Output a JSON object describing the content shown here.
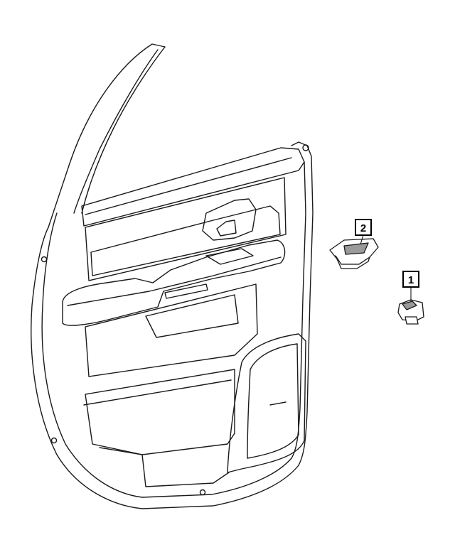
{
  "callouts": [
    {
      "number": "1",
      "part": "window-switch"
    },
    {
      "number": "2",
      "part": "switch-bezel"
    }
  ],
  "colors": {
    "line": "#1a1a1a",
    "fill": "#ffffff",
    "shade": "#9a9a9a"
  }
}
